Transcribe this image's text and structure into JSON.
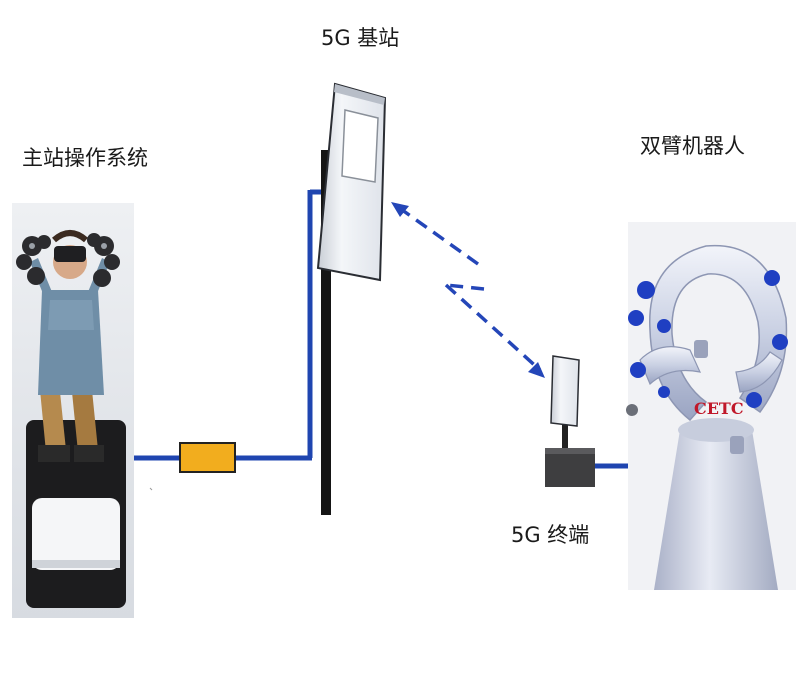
{
  "diagram": {
    "labels": {
      "operator_station": "主站操作系统",
      "base_station": "5G 基站",
      "dual_arm_robot": "双臂机器人",
      "terminal": "5G 终端",
      "robot_logo": "CETC"
    },
    "colors": {
      "link_line": "#1f45b0",
      "signal_dash": "#2446b8",
      "converter_fill": "#f2ad1e",
      "robot_joint": "#1f3fc2",
      "robot_logo": "#c0182a"
    }
  }
}
